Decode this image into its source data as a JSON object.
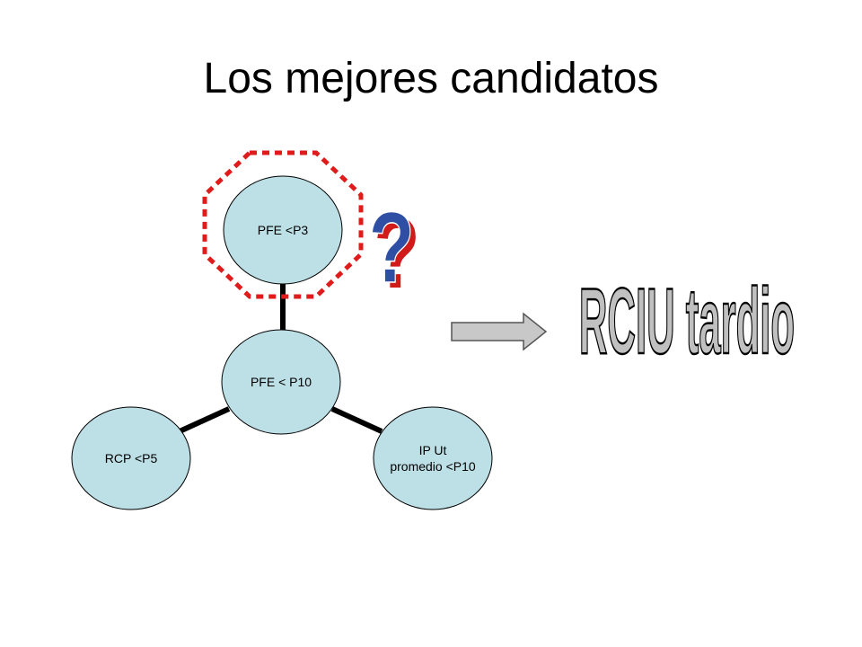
{
  "slide": {
    "title": "Los mejores candidatos"
  },
  "diagram": {
    "nodes": {
      "top": "PFE <P3",
      "center": "PFE < P10",
      "left": "RCP <P5",
      "right_line1": "IP Ut",
      "right_line2": "promedio <P10"
    },
    "question_mark": "?",
    "result_text": "RCIU tardio"
  },
  "colors": {
    "node_fill": "#bde0e6",
    "highlight_dash": "#e01b1b",
    "arrow_fill": "#c8c8c8",
    "wordart_fill": "#2e4fa3",
    "wordart_shadow": "#d11a1a",
    "result_fill": "#c0c0c0"
  }
}
